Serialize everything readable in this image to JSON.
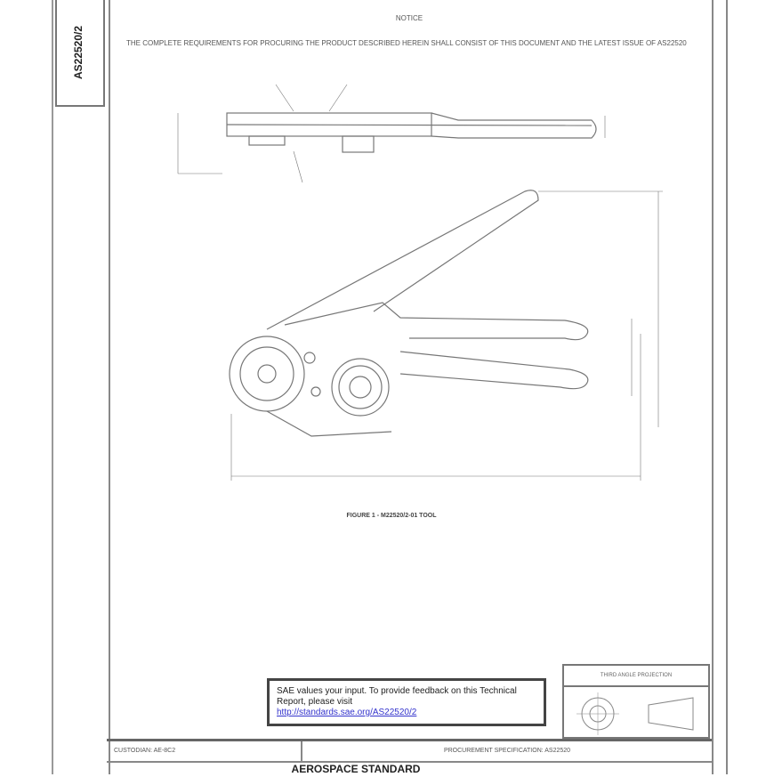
{
  "document_number": "AS22520/2",
  "notice": {
    "heading": "NOTICE",
    "text": "THE COMPLETE REQUIREMENTS FOR PROCURING THE PRODUCT DESCRIBED HEREIN SHALL CONSIST OF THIS DOCUMENT AND THE LATEST ISSUE OF AS22520"
  },
  "figure_caption": "FIGURE 1 - M22520/2-01 TOOL",
  "feedback": {
    "text": "SAE values your input. To provide feedback on this Technical Report, please visit",
    "link": "http://standards.sae.org/AS22520/2"
  },
  "projection_label": "THIRD ANGLE PROJECTION",
  "custodian": "CUSTODIAN: AE-8C2",
  "procurement_spec": "PROCUREMENT SPECIFICATION: AS22520",
  "standard_type": "AEROSPACE STANDARD"
}
